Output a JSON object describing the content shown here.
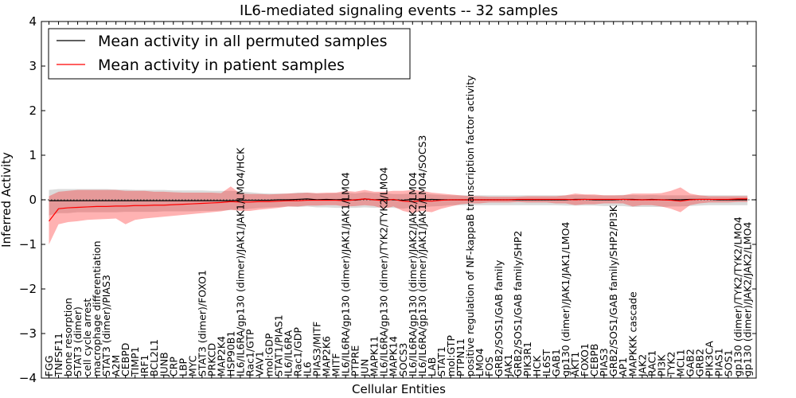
{
  "chart_data": {
    "type": "line",
    "title": "IL6-mediated signaling events -- 32 samples",
    "xlabel": "Cellular Entities",
    "ylabel": "Inferred Activity",
    "ylim": [
      -4,
      4
    ],
    "yticks": [
      -4,
      -3,
      -2,
      -1,
      0,
      1,
      2,
      3,
      4
    ],
    "grid": false,
    "legend_position": "top-left",
    "categories": [
      "FGG",
      "TNFSF11",
      "bone resorption",
      "STAT3 (dimer)",
      "cell cycle arrest",
      "macrophage differentiation",
      "STAT3 (dimer)/PIAS3",
      "A2M",
      "CEBPD",
      "TIMP1",
      "IRF1",
      "BCL2L1",
      "JUNB",
      "CRP",
      "LBP",
      "MYC",
      "STAT3 (dimer)/FOXO1",
      "PRKCD",
      "MAP2K4",
      "HSP90B1",
      "IL6/IL6RA/gp130 (dimer)/JAK1/JAK1/LMO4/HCK",
      "Rac1/GTP",
      "VAV1",
      "mol:GDP",
      "STAT1/PIAS1",
      "IL6/IL6RA",
      "Rac1/GDP",
      "IL6",
      "PIAS3/MITF",
      "MAP2K6",
      "MITF",
      "IL6/IL6RA/gp130 (dimer)/JAK1/JAK1/LMO4",
      "PTPRE",
      "JUN",
      "MAPK11",
      "IL6/IL6RA/gp130 (dimer)/TYK2/TYK2/LMO4",
      "MAPK14",
      "SOCS3",
      "IL6/IL6RA/gp130 (dimer)/JAK2/JAK2/LMO4",
      "IL6/IL6RA/gp130 (dimer)/JAK1/JAK1/LMO4/SOCS3",
      "LAB",
      "STAT1",
      "mol:GTP",
      "PTPN11",
      "positive regulation of NF-kappaB transcription factor activity",
      "LMO4",
      "FOS",
      "GRB2/SOS1/GAB family",
      "JAK1",
      "GRB2/SOS1/GAB family/SHP2",
      "PIK3R1",
      "HCK",
      "IL6ST",
      "GAB1",
      "gp130 (dimer)/JAK1/JAK1/LMO4",
      "AKT1",
      "FOXO1",
      "CEBPB",
      "PIAS3",
      "GRB2/SOS1/GAB family/SHP2/PI3K",
      "AP1",
      "MAPKKK cascade",
      "JAK2",
      "RAC1",
      "PI3K",
      "TYK2",
      "MCL1",
      "GAB2",
      "GRB2",
      "PIK3CA",
      "PIAS1",
      "SOS1",
      "gp130 (dimer)/TYK2/TYK2/LMO4",
      "gp130 (dimer)/JAK2/JAK2/LMO4"
    ],
    "series": [
      {
        "name": "Mean activity in all permuted samples",
        "color": "#000000",
        "values": [
          -0.02,
          -0.02,
          -0.02,
          -0.02,
          -0.02,
          -0.02,
          -0.02,
          -0.02,
          -0.02,
          -0.02,
          -0.02,
          -0.02,
          -0.02,
          -0.02,
          -0.02,
          -0.02,
          -0.02,
          -0.02,
          -0.02,
          -0.02,
          -0.01,
          -0.01,
          -0.01,
          -0.01,
          0.0,
          0.0,
          0.01,
          0.02,
          0.0,
          0.01,
          0.0,
          0.01,
          -0.01,
          0.02,
          0.0,
          0.01,
          0.0,
          -0.01,
          0.01,
          0.0,
          0.01,
          0.0,
          0.0,
          0.0,
          0.0,
          0.0,
          0.0,
          0.0,
          0.0,
          0.0,
          0.0,
          0.0,
          0.0,
          0.0,
          0.0,
          0.01,
          0.01,
          0.0,
          0.0,
          0.0,
          0.01,
          0.01,
          0.0,
          0.01,
          0.0,
          0.0,
          0.0,
          0.01,
          0.01,
          0.01,
          0.0,
          0.0,
          0.0,
          0.0
        ],
        "band_low": [
          -0.35,
          -0.3,
          -0.3,
          -0.28,
          -0.28,
          -0.28,
          -0.28,
          -0.28,
          -0.27,
          -0.27,
          -0.27,
          -0.27,
          -0.26,
          -0.26,
          -0.26,
          -0.26,
          -0.25,
          -0.25,
          -0.24,
          -0.23,
          -0.22,
          -0.2,
          -0.18,
          -0.17,
          -0.16,
          -0.15,
          -0.16,
          -0.15,
          -0.17,
          -0.17,
          -0.18,
          -0.18,
          -0.18,
          -0.17,
          -0.18,
          -0.17,
          -0.18,
          -0.2,
          -0.17,
          -0.17,
          -0.15,
          -0.14,
          -0.12,
          -0.12,
          -0.12,
          -0.12,
          -0.12,
          -0.12,
          -0.12,
          -0.12,
          -0.12,
          -0.12,
          -0.12,
          -0.12,
          -0.13,
          -0.13,
          -0.13,
          -0.13,
          -0.14,
          -0.14,
          -0.14,
          -0.16,
          -0.16,
          -0.16,
          -0.16,
          -0.15,
          -0.15,
          -0.14,
          -0.13,
          -0.12,
          -0.12,
          -0.12,
          -0.12,
          -0.12
        ],
        "band_high": [
          0.22,
          0.24,
          0.24,
          0.24,
          0.24,
          0.24,
          0.24,
          0.23,
          0.23,
          0.22,
          0.22,
          0.22,
          0.22,
          0.21,
          0.21,
          0.21,
          0.21,
          0.2,
          0.2,
          0.2,
          0.19,
          0.17,
          0.15,
          0.14,
          0.14,
          0.14,
          0.16,
          0.16,
          0.14,
          0.14,
          0.15,
          0.16,
          0.14,
          0.17,
          0.15,
          0.15,
          0.13,
          0.13,
          0.14,
          0.14,
          0.12,
          0.11,
          0.1,
          0.1,
          0.1,
          0.1,
          0.1,
          0.1,
          0.1,
          0.1,
          0.1,
          0.1,
          0.1,
          0.1,
          0.1,
          0.11,
          0.11,
          0.1,
          0.1,
          0.1,
          0.11,
          0.11,
          0.1,
          0.11,
          0.1,
          0.1,
          0.1,
          0.1,
          0.1,
          0.1,
          0.1,
          0.1,
          0.1,
          0.1
        ]
      },
      {
        "name": "Mean activity in patient samples",
        "color": "#ff0000",
        "values": [
          -0.48,
          -0.2,
          -0.18,
          -0.17,
          -0.16,
          -0.15,
          -0.15,
          -0.14,
          -0.14,
          -0.13,
          -0.13,
          -0.12,
          -0.12,
          -0.11,
          -0.1,
          -0.09,
          -0.08,
          -0.07,
          -0.06,
          -0.04,
          -0.05,
          -0.05,
          -0.04,
          -0.04,
          -0.03,
          -0.02,
          -0.02,
          -0.01,
          -0.01,
          -0.01,
          -0.01,
          -0.02,
          0.0,
          0.02,
          0.0,
          -0.02,
          0.01,
          -0.03,
          -0.04,
          -0.02,
          -0.03,
          -0.01,
          0.0,
          0.0,
          0.0,
          0.0,
          0.0,
          0.0,
          0.0,
          0.01,
          0.01,
          0.01,
          0.01,
          0.01,
          0.01,
          0.0,
          0.01,
          0.01,
          0.01,
          0.01,
          0.01,
          0.0,
          0.0,
          0.0,
          0.0,
          -0.01,
          -0.03,
          0.0,
          0.01,
          0.01,
          0.01,
          0.01,
          0.02,
          0.02
        ],
        "band_low": [
          -1.0,
          -0.55,
          -0.5,
          -0.48,
          -0.45,
          -0.44,
          -0.43,
          -0.42,
          -0.55,
          -0.45,
          -0.42,
          -0.4,
          -0.38,
          -0.36,
          -0.34,
          -0.32,
          -0.3,
          -0.28,
          -0.26,
          -0.22,
          -0.25,
          -0.25,
          -0.22,
          -0.2,
          -0.18,
          -0.15,
          -0.15,
          -0.13,
          -0.13,
          -0.12,
          -0.12,
          -0.15,
          -0.14,
          -0.12,
          -0.14,
          -0.2,
          -0.15,
          -0.25,
          -0.3,
          -0.25,
          -0.28,
          -0.2,
          -0.15,
          -0.1,
          -0.08,
          -0.08,
          -0.06,
          -0.06,
          -0.06,
          -0.05,
          -0.06,
          -0.06,
          -0.06,
          -0.08,
          -0.08,
          -0.12,
          -0.1,
          -0.1,
          -0.08,
          -0.08,
          -0.08,
          -0.15,
          -0.12,
          -0.12,
          -0.15,
          -0.2,
          -0.28,
          -0.12,
          -0.08,
          -0.06,
          -0.06,
          -0.06,
          -0.05,
          -0.05
        ],
        "band_high": [
          0.08,
          0.18,
          0.2,
          0.22,
          0.22,
          0.22,
          0.22,
          0.22,
          0.2,
          0.2,
          0.2,
          0.18,
          0.18,
          0.17,
          0.16,
          0.16,
          0.16,
          0.16,
          0.15,
          0.3,
          0.14,
          0.13,
          0.13,
          0.12,
          0.13,
          0.14,
          0.15,
          0.16,
          0.15,
          0.16,
          0.16,
          0.2,
          0.18,
          0.22,
          0.18,
          0.18,
          0.2,
          0.2,
          0.22,
          0.2,
          0.16,
          0.14,
          0.12,
          0.1,
          0.08,
          0.08,
          0.07,
          0.07,
          0.07,
          0.07,
          0.08,
          0.08,
          0.08,
          0.08,
          0.1,
          0.14,
          0.12,
          0.12,
          0.1,
          0.1,
          0.1,
          0.14,
          0.14,
          0.14,
          0.15,
          0.2,
          0.28,
          0.14,
          0.1,
          0.08,
          0.08,
          0.08,
          0.08,
          0.08
        ]
      }
    ]
  }
}
